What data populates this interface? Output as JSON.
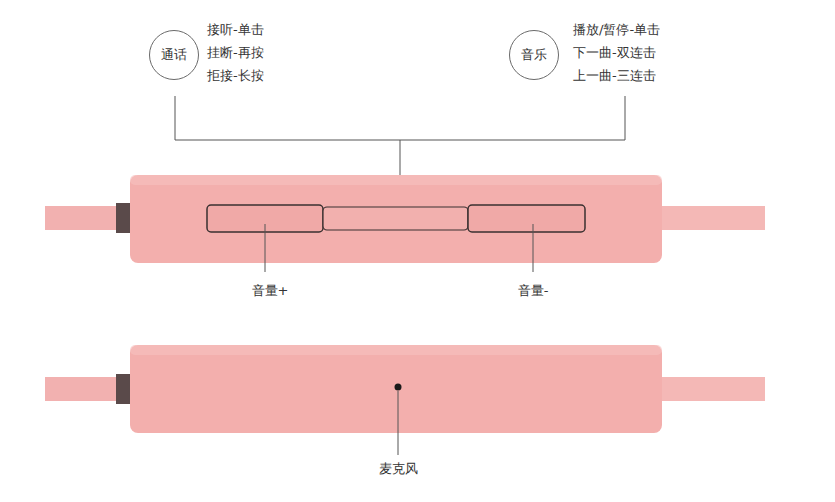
{
  "diagram": {
    "nodes": [
      {
        "text": [
          "通话"
        ]
      },
      {
        "text": [
          "音乐"
        ]
      }
    ],
    "labels": [
      "接听-单击",
      "挂断-再按",
      "拒接-长按",
      "播放/暂停-单击",
      "下一曲-双连击",
      "上一曲-三连击",
      "音量+",
      "音量-",
      "麦克风"
    ]
  }
}
